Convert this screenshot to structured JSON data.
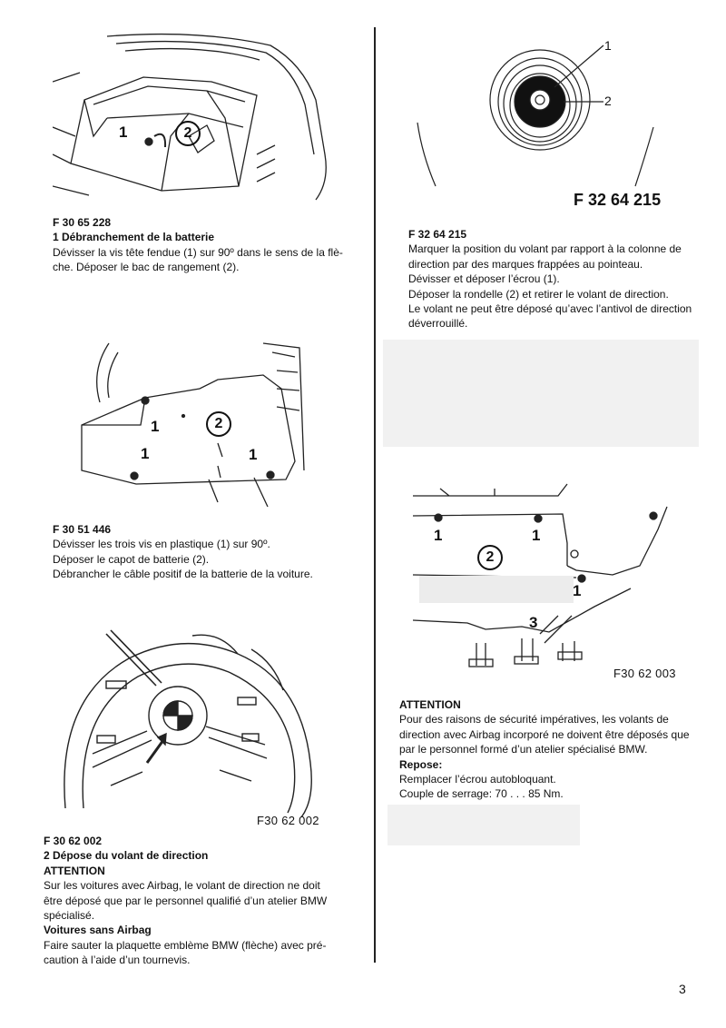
{
  "left": {
    "s1": {
      "code": "F 30 65 228",
      "title": "1 Débranchement de la batterie",
      "lines": [
        "Dévisser la vis tête fendue (1) sur 90º dans le sens de la flè-",
        "che. Déposer le bac de rangement (2)."
      ],
      "callouts": [
        "1",
        "2"
      ]
    },
    "s2": {
      "code": "F 30 51 446",
      "lines": [
        "Dévisser les trois vis en plastique (1) sur 90º.",
        "Déposer le capot de batterie (2).",
        "Débrancher le câble positif de la batterie de la voiture."
      ],
      "callouts": [
        "1",
        "1",
        "1",
        "2"
      ]
    },
    "s3": {
      "fig_label": "F30 62 002",
      "code": "F 30 62 002",
      "title": "2 Dépose du volant de direction",
      "attention": "ATTENTION",
      "att_lines": [
        "Sur les voitures avec Airbag, le volant de direction ne doit",
        "être déposé que par le personnel qualifié d’un atelier BMW",
        "spécialisé."
      ],
      "subhead": "Voitures sans Airbag",
      "lines": [
        "Faire sauter la plaquette emblème BMW (flèche) avec pré-",
        "caution à l’aide d’un tournevis."
      ]
    }
  },
  "right": {
    "s1": {
      "fig_label": "F 32 64 215",
      "callouts": [
        "1",
        "2"
      ],
      "code": "F 32 64 215",
      "lines": [
        "Marquer la position du volant par rapport à la colonne de",
        "direction par des marques frappées au pointeau.",
        "Dévisser et déposer l’écrou (1).",
        "Déposer la rondelle (2) et retirer le volant de direction.",
        "Le volant ne peut être déposé qu’avec l’antivol de direction",
        "déverrouillé."
      ]
    },
    "s2": {
      "fig_label": "F30 62 003",
      "callouts": [
        "1",
        "1",
        "1",
        "2",
        "3"
      ],
      "attention": "ATTENTION",
      "att_lines": [
        "Pour des raisons de sécurité impératives, les volants de",
        "direction avec Airbag incorporé ne doivent être déposés que",
        "par le personnel formé d’un atelier spécialisé BMW."
      ],
      "repose": "Repose:",
      "lines": [
        "Remplacer l’écrou autobloquant.",
        "Couple de serrage: 70 . . . 85 Nm."
      ]
    }
  },
  "page_number": "3"
}
